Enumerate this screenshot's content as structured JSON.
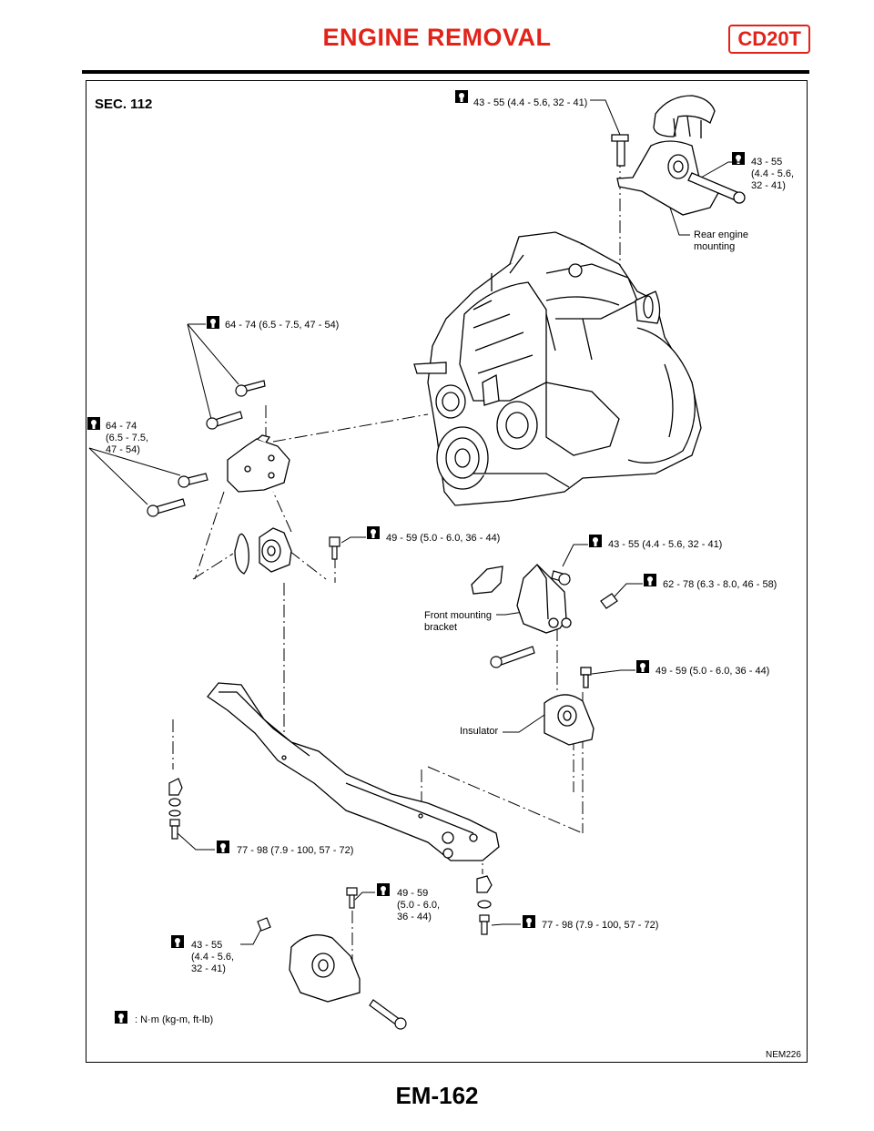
{
  "header": {
    "title": "ENGINE REMOVAL",
    "code": "CD20T"
  },
  "diagram": {
    "section": "SEC. 112",
    "figure_id": "NEM226",
    "legend_text": ": N·m (kg-m, ft-lb)",
    "labels": {
      "rear_mount": "Rear engine",
      "rear_mount_2": "mounting",
      "front_bracket": "Front mounting",
      "front_bracket_2": "bracket",
      "insulator": "Insulator"
    },
    "torques": {
      "t1": "43 - 55 (4.4 - 5.6, 32 - 41)",
      "t2_l1": "43 - 55",
      "t2_l2": "(4.4 - 5.6,",
      "t2_l3": "32 - 41)",
      "t3": "64 - 74 (6.5 - 7.5, 47 - 54)",
      "t4_l1": "64 - 74",
      "t4_l2": "(6.5 - 7.5,",
      "t4_l3": "47 - 54)",
      "t5": "49 - 59 (5.0 - 6.0, 36 - 44)",
      "t6": "43 - 55 (4.4 - 5.6, 32 - 41)",
      "t7": "62 - 78 (6.3 - 8.0, 46 - 58)",
      "t8": "49 - 59 (5.0 - 6.0, 36 - 44)",
      "t9": "77 - 98 (7.9 - 100, 57 - 72)",
      "t10_l1": "49 - 59",
      "t10_l2": "(5.0 - 6.0,",
      "t10_l3": "36 - 44)",
      "t11": "77 - 98 (7.9 - 100, 57 - 72)",
      "t12_l1": "43 - 55",
      "t12_l2": "(4.4 - 5.6,",
      "t12_l3": "32 - 41)"
    }
  },
  "footer": {
    "page": "EM-162"
  }
}
